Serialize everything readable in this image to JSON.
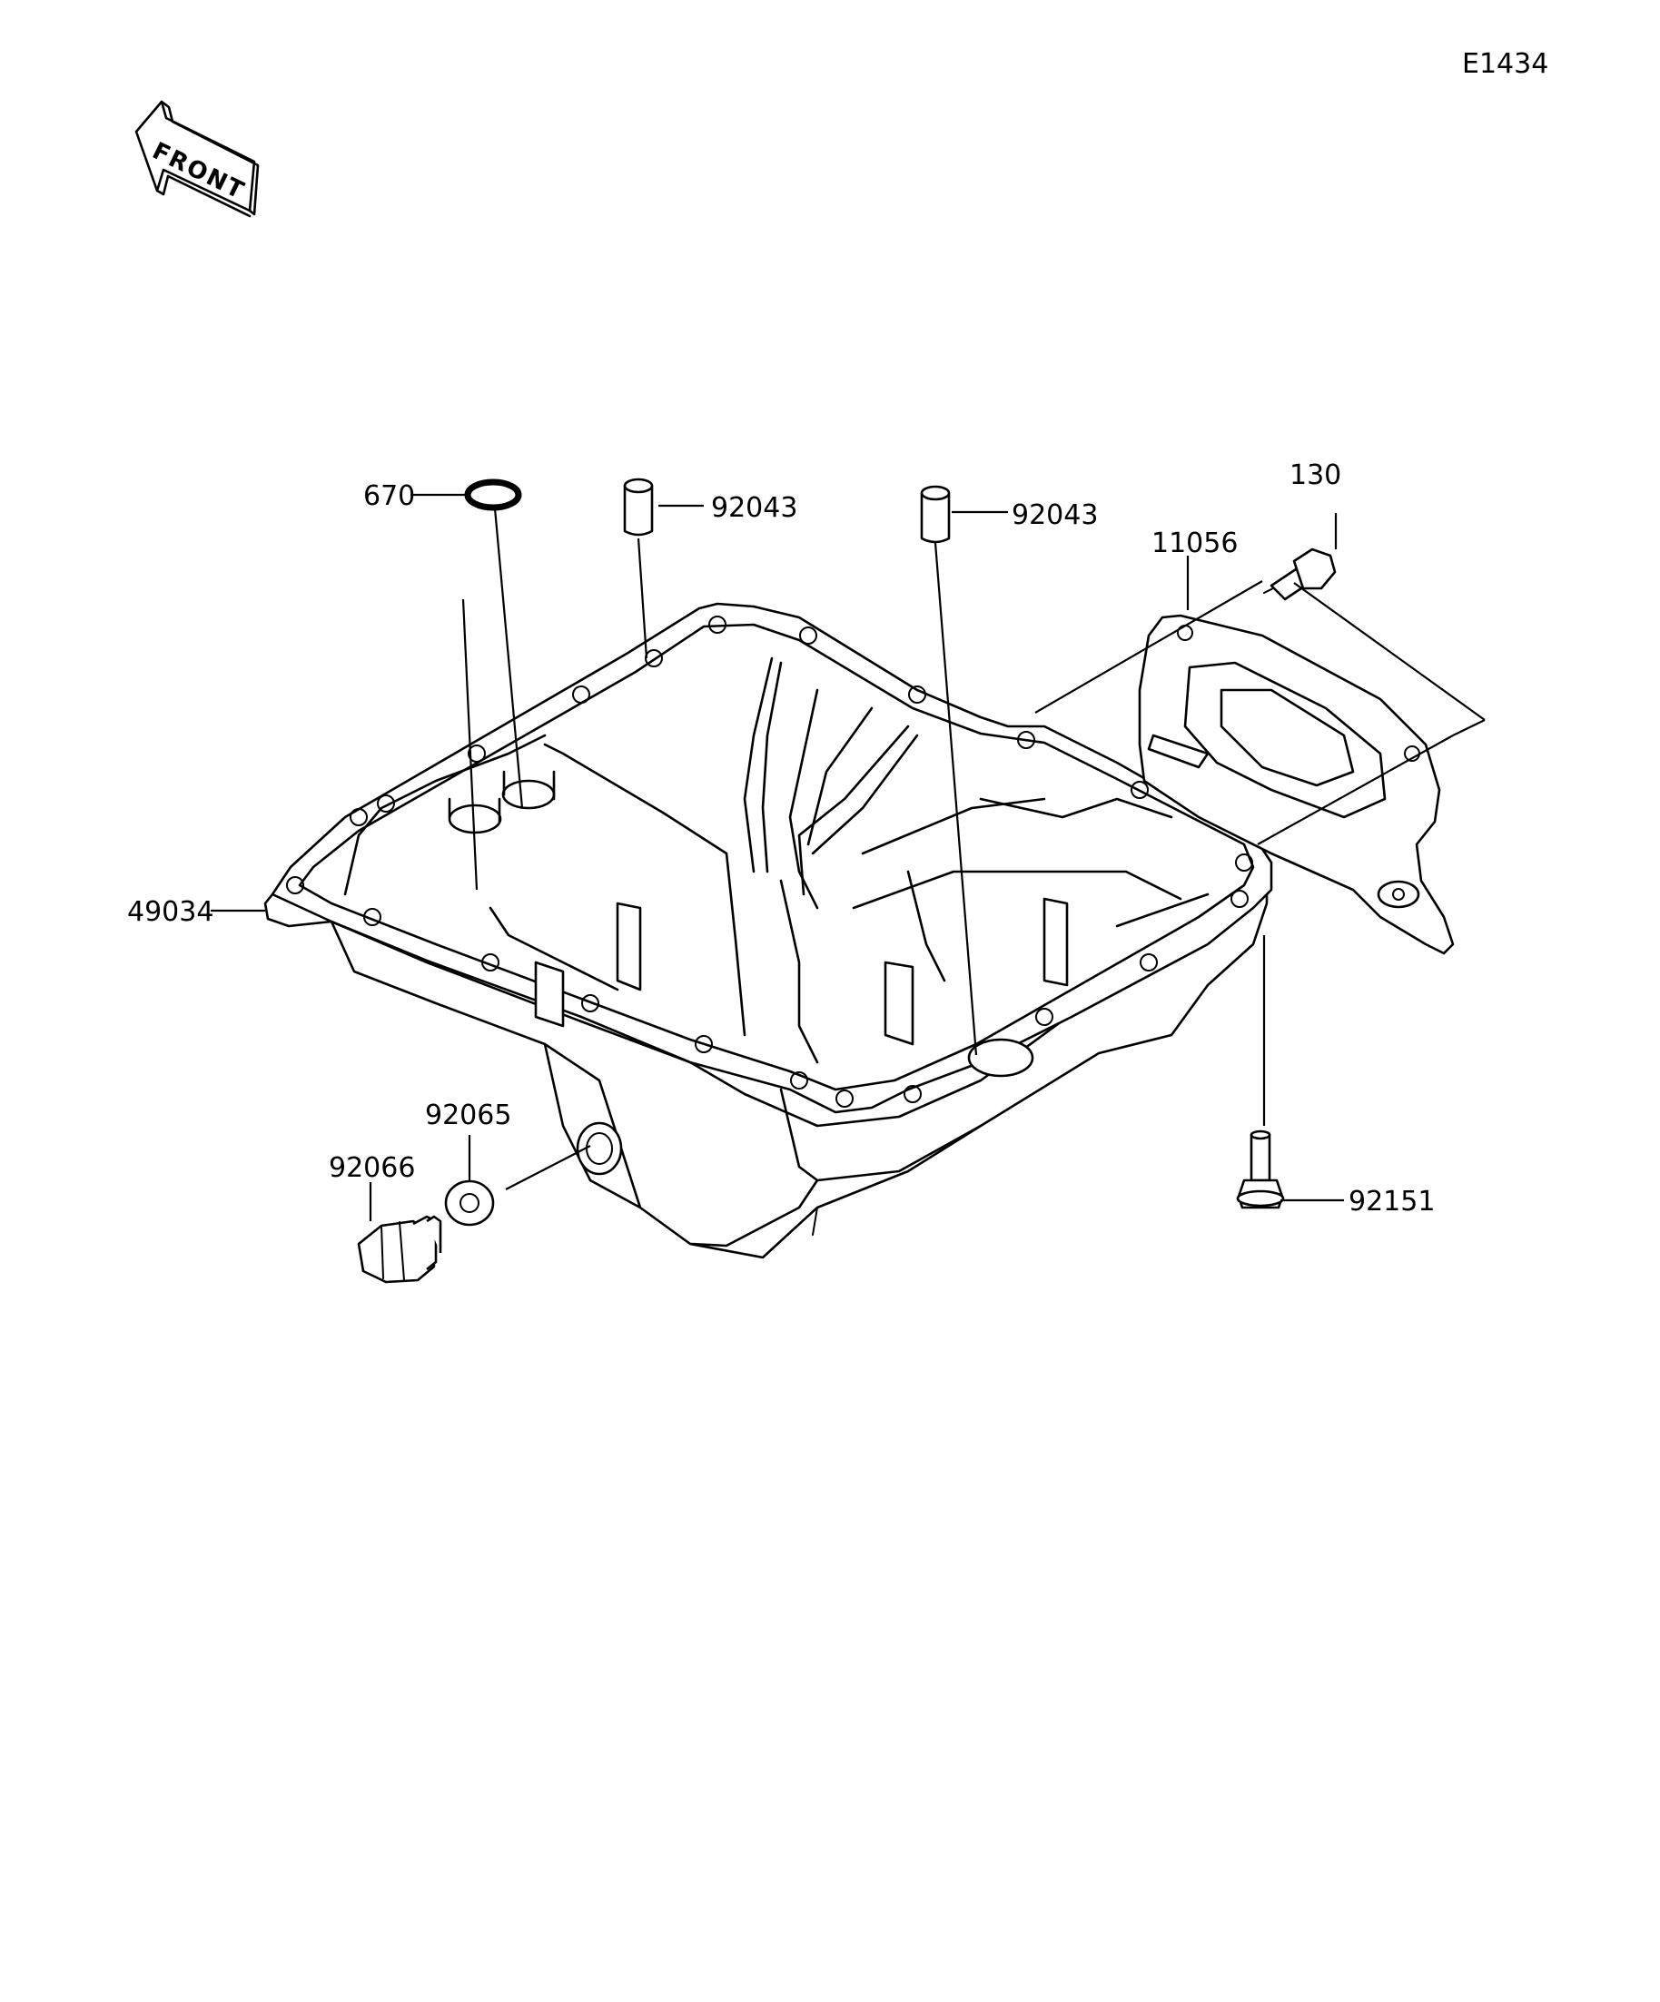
{
  "diagram_code": "E1434",
  "front_label": "FRONT",
  "parts": {
    "oring": "670",
    "dowel_left": "92043",
    "dowel_right": "92043",
    "bolt_top": "130",
    "baffle_plate": "11056",
    "oil_pan": "49034",
    "washer": "92065",
    "drain_plug": "92066",
    "flange_bolt": "92151"
  }
}
